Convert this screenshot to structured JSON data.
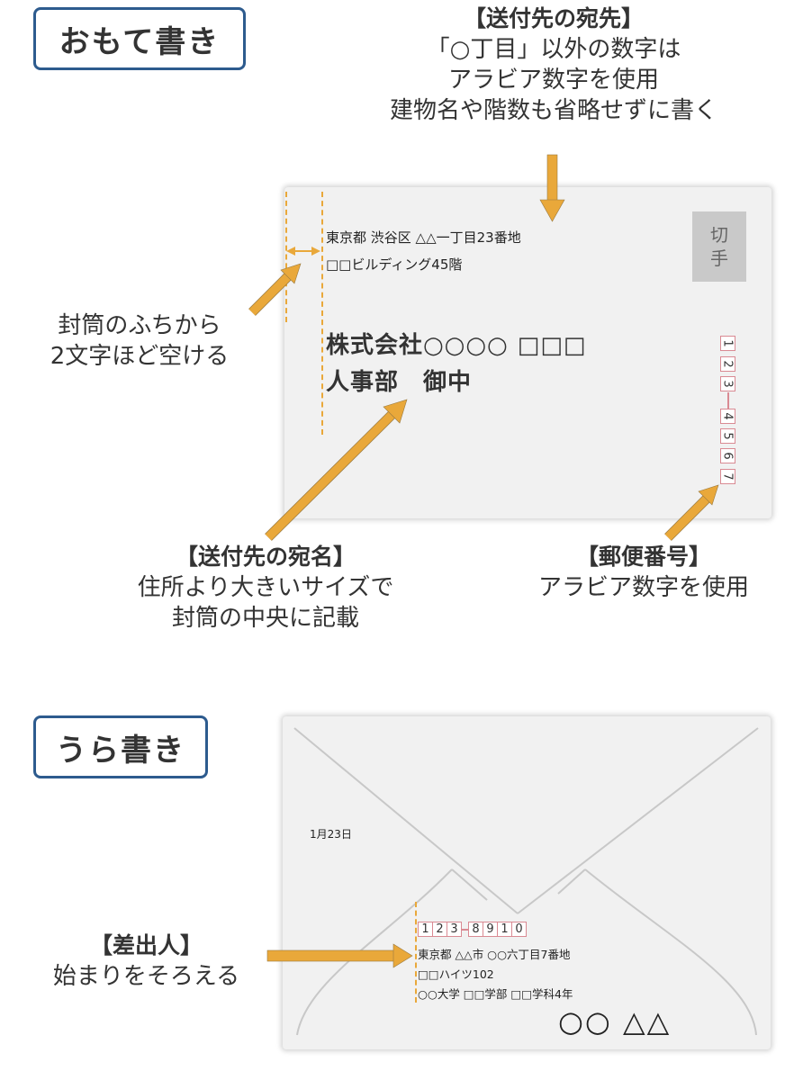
{
  "front": {
    "section_label": "おもて書き",
    "recipient_address_callout": {
      "heading": "【送付先の宛先】",
      "lines": [
        "「○丁目」以外の数字は",
        "アラビア数字を使用",
        "建物名や階数も省略せずに書く"
      ]
    },
    "margin_callout": {
      "lines": [
        "封筒のふちから",
        "2文字ほど空ける"
      ]
    },
    "recipient_name_callout": {
      "heading": "【送付先の宛名】",
      "lines": [
        "住所より大きいサイズで",
        "封筒の中央に記載"
      ]
    },
    "postal_code_callout": {
      "heading": "【郵便番号】",
      "lines": [
        "アラビア数字を使用"
      ]
    },
    "envelope": {
      "address_line1": "東京都 渋谷区 △△一丁目23番地",
      "address_line2": "□□ビルディング45階",
      "company_line": "株式会社○○○○ □□□",
      "department_line": "人事部　御中",
      "stamp_chars": [
        "切",
        "手"
      ],
      "postal_digits": [
        "1",
        "2",
        "3",
        "4",
        "5",
        "6",
        "7"
      ]
    }
  },
  "back": {
    "section_label": "うら書き",
    "sender_callout": {
      "heading": "【差出人】",
      "lines": [
        "始まりをそろえる"
      ]
    },
    "envelope": {
      "date": "1月23日",
      "postal_digits": [
        "1",
        "2",
        "3",
        "8",
        "9",
        "1",
        "0"
      ],
      "address_line1": "東京都 △△市 ○○六丁目7番地",
      "address_line2": "□□ハイツ102",
      "address_line3": "○○大学 □□学部 □□学科4年",
      "sender_name": "○○ △△"
    }
  },
  "colors": {
    "label_border": "#2d5b8e",
    "arrow": "#e9a83a",
    "guide": "#e9a83a",
    "envelope_bg": "#f1f1f1",
    "stamp_bg": "#c9c9c9",
    "zip_border": "#d98a93"
  }
}
